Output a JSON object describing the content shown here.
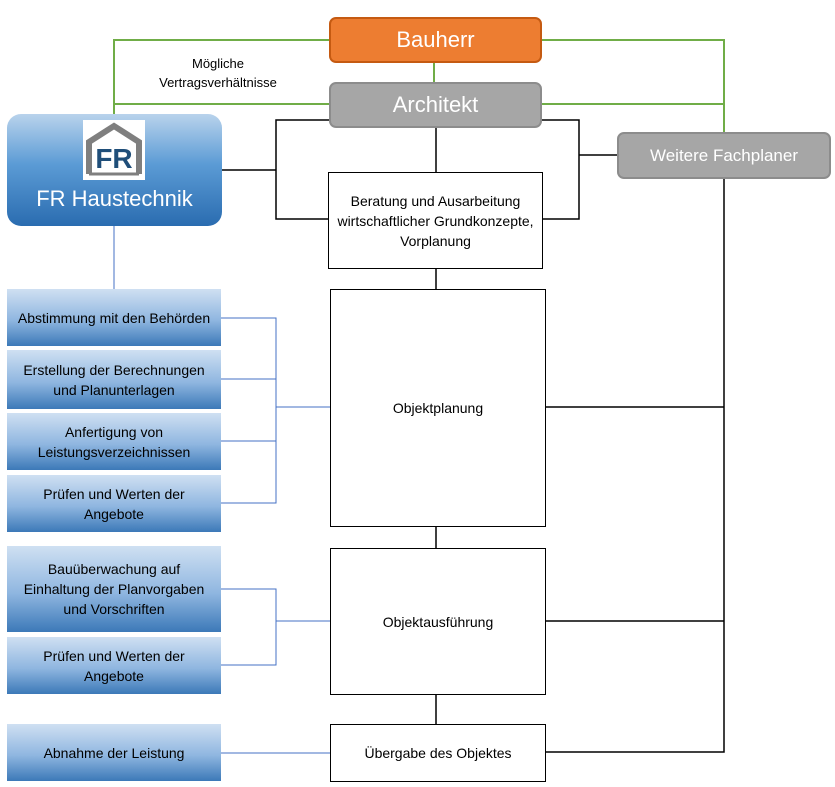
{
  "roles": {
    "bauherr": "Bauherr",
    "architekt": "Architekt",
    "fachplaner": "Weitere Fachplaner",
    "fr": "FR Haustechnik"
  },
  "note": {
    "line1": "Mögliche",
    "line2": "Vertragsverhältnisse"
  },
  "phases": {
    "beratung": "Beratung und Ausarbeitung wirtschaftlicher Grundkonzepte, Vorplanung",
    "objektplanung": "Objektplanung",
    "objektausfuehrung": "Objektausführung",
    "uebergabe": "Übergabe des Objektes"
  },
  "tasks": {
    "abstimmung": "Abstimmung mit den Behörden",
    "erstellung": "Erstellung der Berechnungen und Planunterlagen",
    "anfertigung": "Anfertigung von Leistungsverzeichnissen",
    "pruefen1": "Prüfen und Werten der Angebote",
    "bauueberwachung": "Bauüberwachung auf Einhaltung der Planvorgaben und Vorschriften",
    "pruefen2": "Prüfen und Werten der Angebote",
    "abnahme": "Abnahme der Leistung"
  },
  "colors": {
    "bauherr": "#ed7d31",
    "role_gray": "#a6a6a6",
    "contract_lines": "#70ad47",
    "task_lines": "#4472c4",
    "fr_blue": "#2e75b6"
  },
  "icons": {
    "logo": "fr-house-logo"
  }
}
